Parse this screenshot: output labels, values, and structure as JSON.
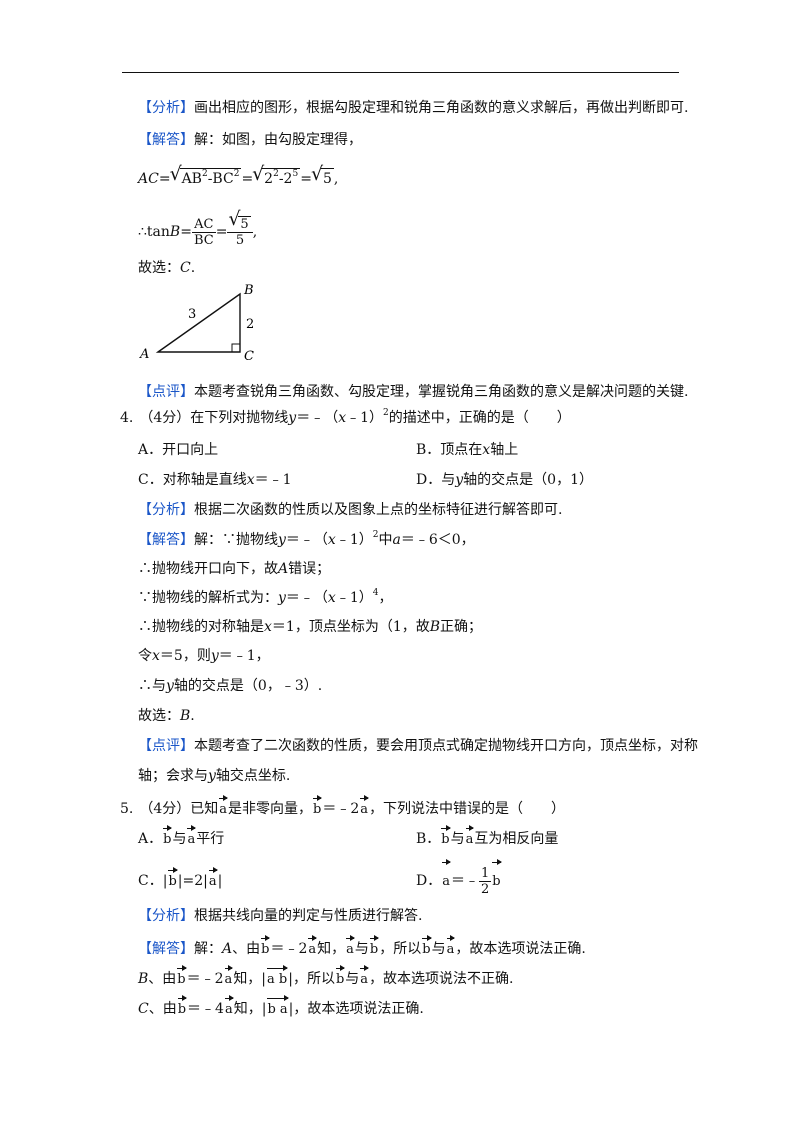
{
  "q3": {
    "analysis_tag": "【分析】",
    "analysis_text": "画出相应的图形，根据勾股定理和锐角三角函数的意义求解后，再做出判断即可.",
    "answer_tag": "【解答】",
    "answer_text": "解：如图，由勾股定理得，",
    "ac_lhs": "AC",
    "ac_eq1": "=",
    "ac_rad1_a": "AB",
    "ac_rad1_b": "-BC",
    "ac_eq2": "=",
    "ac_rad2_a": "2",
    "ac_rad2_b": "-2",
    "ac_eq3": "=",
    "ac_rad3": "5",
    "ac_end": ",",
    "exp_2": "2",
    "exp_5": "5",
    "tan_prefix": "∴tan",
    "tan_var": "B",
    "tan_eq": "=",
    "tan_frac1_num": "AC",
    "tan_frac1_den": "BC",
    "tan_frac2_num": "5",
    "tan_frac2_den": "5",
    "tan_end": ",",
    "choice_prefix": "故选：",
    "choice_letter": "C",
    "choice_end": ".",
    "fig_label_A": "A",
    "fig_label_B": "B",
    "fig_label_C": "C",
    "fig_side_hyp": "3",
    "fig_side_leg": "2",
    "comment_tag": "【点评】",
    "comment_text": "本题考查锐角三角函数、勾股定理，掌握锐角三角函数的意义是解决问题的关键."
  },
  "q4": {
    "number": "4.",
    "score": "（4分）在下列对抛物线",
    "stem_y": "y",
    "stem_mid": "＝﹣（",
    "stem_x": "x",
    "stem_end": "﹣1）",
    "stem_tail": "的描述中，正确的是（　　）",
    "options": {
      "A": {
        "letter": "A．",
        "text": "开口向上"
      },
      "B": {
        "letter": "B．",
        "text_a": "顶点在",
        "var": "x",
        "text_b": "轴上"
      },
      "C": {
        "letter": "C．",
        "text_a": "对称轴是直线",
        "var": "x",
        "text_b": "＝﹣1"
      },
      "D": {
        "letter": "D．",
        "text_a": "与",
        "var": "y",
        "text_b": "轴的交点是（0，1）"
      }
    },
    "analysis_tag": "【分析】",
    "analysis_text": "根据二次函数的性质以及图象上点的坐标特征进行解答即可.",
    "answer_tag": "【解答】",
    "l1_a": "解：∵抛物线",
    "l1_y": "y",
    "l1_b": "＝﹣（",
    "l1_x": "x",
    "l1_c": "﹣1）",
    "l1_d": "中",
    "l1_a_var": "a",
    "l1_e": "＝﹣6＜0，",
    "l2_a": "∴抛物线开口向下，故",
    "l2_var": "A",
    "l2_b": "错误；",
    "l3_a": "∵抛物线的解析式为：",
    "l3_y": "y",
    "l3_b": "＝﹣（",
    "l3_x": "x",
    "l3_c": "﹣1）",
    "l3_d": "，",
    "l4_a": "∴抛物线的对称轴是",
    "l4_x": "x",
    "l4_b": "＝1，顶点坐标为（1，故",
    "l4_var": "B",
    "l4_c": "正确；",
    "l5_a": "令",
    "l5_x": "x",
    "l5_b": "＝5，则",
    "l5_y": "y",
    "l5_c": "＝﹣1，",
    "l6_a": "∴与",
    "l6_y": "y",
    "l6_b": "轴的交点是（0，﹣3）.",
    "choice_prefix": "故选：",
    "choice_letter": "B",
    "choice_end": ".",
    "comment_tag": "【点评】",
    "comment_text1": "本题考查了二次函数的性质，要会用顶点式确定抛物线开口方向，顶点坐标，对称",
    "comment_text2_a": "轴；会求与",
    "comment_text2_y": "y",
    "comment_text2_b": "轴交点坐标.",
    "exp_2": "2",
    "exp_4": "4"
  },
  "q5": {
    "number": "5.",
    "stem_a": "（4分）已知",
    "vec_a": "a",
    "vec_b": "b",
    "stem_b": "是非零向量，",
    "stem_c": "＝﹣2",
    "stem_d": "，下列说法中错误的是（　　）",
    "options": {
      "A": {
        "letter": "A．",
        "mid": "与",
        "end": "平行"
      },
      "B": {
        "letter": "B．",
        "mid": "与",
        "end": "互为相反向量"
      },
      "C": {
        "letter": "C．",
        "text_a": "|",
        "text_b": "|=2|",
        "text_c": "|"
      },
      "D": {
        "letter": "D．",
        "eq": "＝﹣",
        "num": "1",
        "den": "2"
      }
    },
    "analysis_tag": "【分析】",
    "analysis_text": "根据共线向量的判定与性质进行解答.",
    "answer_tag": "【解答】",
    "l1_a": "解：",
    "l1_var": "A",
    "l1_b": "、由",
    "l1_c": "＝﹣2",
    "l1_d": "知，",
    "l1_e": "与",
    "l1_f": "，所以",
    "l1_g": "与",
    "l1_h": "，故本选项说法正确.",
    "l2_var": "B",
    "l2_a": "、由",
    "l2_b": "＝﹣2",
    "l2_c": "知，|",
    "l2_d": "|，所以",
    "l2_e": "与",
    "l2_f": "，故本选项说法不正确.",
    "l3_var": "C",
    "l3_a": "、由",
    "l3_b": "＝﹣4",
    "l3_c": "知，|",
    "l3_d": "|，故本选项说法正确.",
    "ab_text": "a b",
    "ba_text": "b a"
  }
}
